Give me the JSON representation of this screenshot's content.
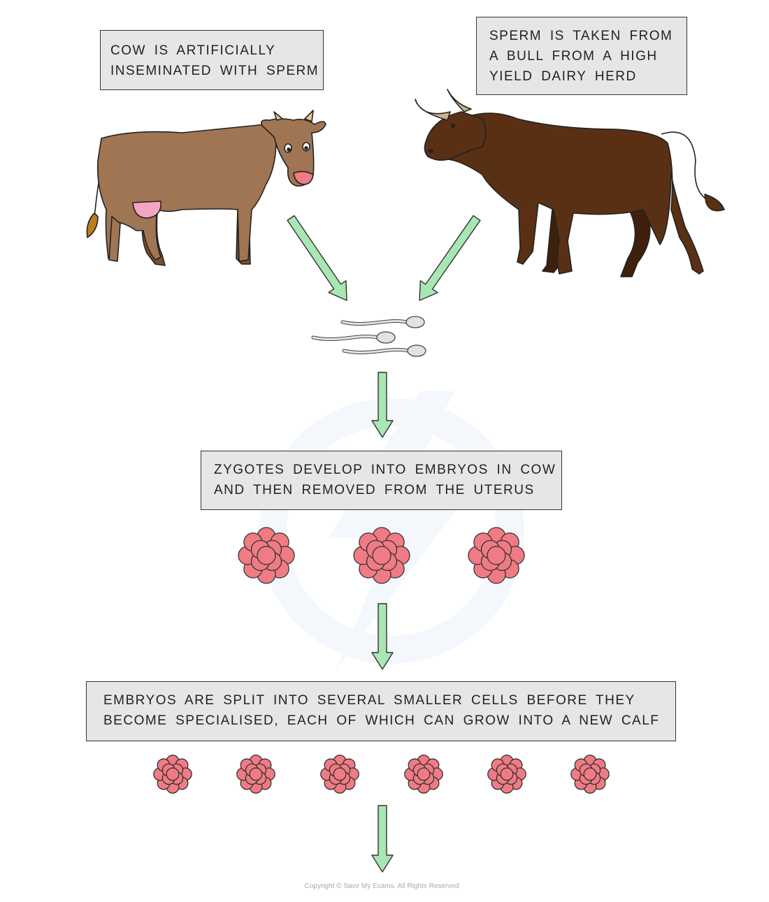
{
  "boxes": {
    "cow": [
      "COW IS ARTIFICIALLY",
      "INSEMINATED WITH SPERM"
    ],
    "bull": [
      "SPERM IS TAKEN FROM",
      "A BULL FROM A HIGH",
      "YIELD DAIRY HERD"
    ],
    "zygotes": [
      "ZYGOTES DEVELOP INTO EMBRYOS IN COW",
      "AND THEN REMOVED FROM THE UTERUS"
    ],
    "split": [
      "EMBRYOS ARE SPLIT INTO SEVERAL SMALLER CELLS BEFORE THEY",
      "BECOME SPECIALISED, EACH OF WHICH CAN GROW INTO A NEW CALF"
    ]
  },
  "copyright": "Copyright © Save My Exams. All Rights Reserved",
  "colors": {
    "cow": "#a07553",
    "cow_dark": "#7a4f2e",
    "bull": "#5a3015",
    "arrow": "#a8e6b4",
    "embryo": "#f07b84",
    "sperm": "#e2e2e2",
    "box_fill": "#e6e6e6"
  }
}
